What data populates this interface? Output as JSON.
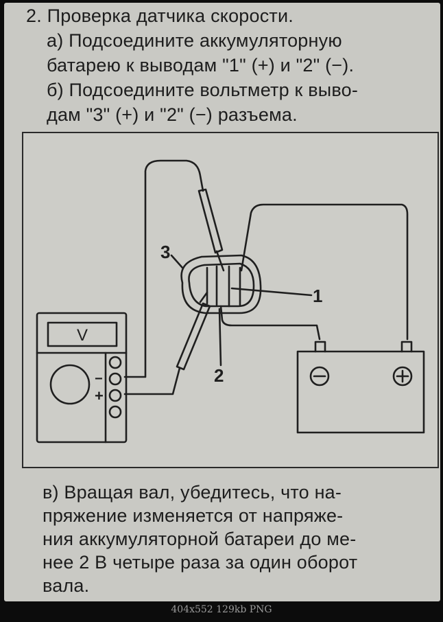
{
  "instructions": {
    "line1": "2. Проверка датчика скорости.",
    "line2": "а) Подсоедините аккумуляторную",
    "line3": "батарею к выводам \"1\" (+) и \"2\" (−).",
    "line4": "б) Подсоедините вольтметр к выво-",
    "line5": "дам \"3\" (+) и \"2\" (−) разъема."
  },
  "diagram": {
    "label_3": "3",
    "label_1": "1",
    "label_2": "2",
    "meter_symbol": "V",
    "meter_minus": "−",
    "meter_plus": "+"
  },
  "step_c": {
    "line1": "в) Вращая вал, убедитесь, что на-",
    "line2": "пряжение изменяется от напряже-",
    "line3": "ния аккумуляторной батареи до ме-",
    "line4": "нее 2 В четыре раза за один оборот",
    "line5": "вала."
  },
  "caption": "404x552 129kb PNG"
}
